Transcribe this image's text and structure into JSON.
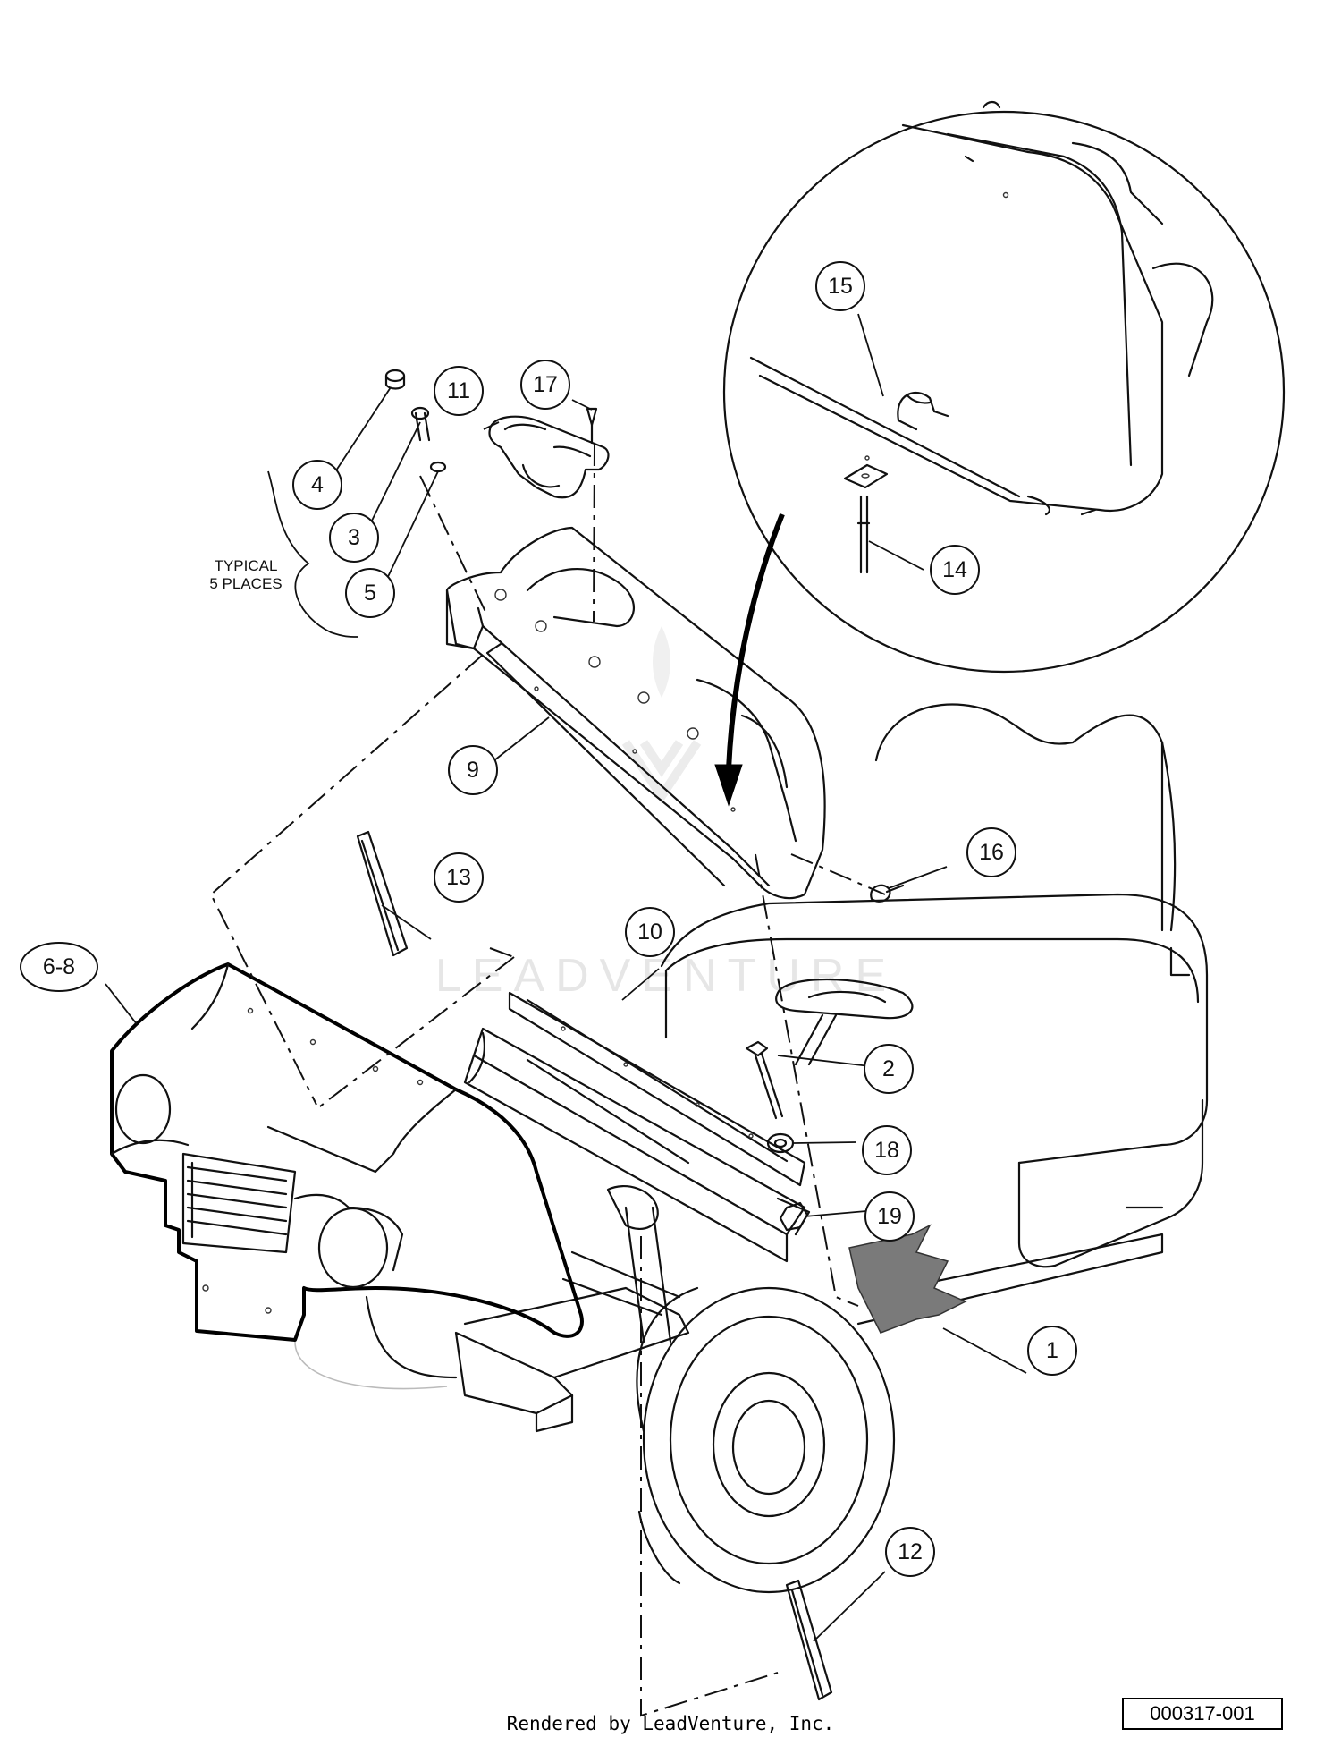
{
  "callouts": {
    "c1": "1",
    "c2": "2",
    "c3": "3",
    "c4": "4",
    "c5": "5",
    "c68": "6-8",
    "c9": "9",
    "c10": "10",
    "c11": "11",
    "c12": "12",
    "c13": "13",
    "c14": "14",
    "c15": "15",
    "c16": "16",
    "c17": "17",
    "c18": "18",
    "c19": "19"
  },
  "note": {
    "line1": "TYPICAL",
    "line2": "5 PLACES"
  },
  "watermark": "LEADVENTURE",
  "doc_number": "000317-001",
  "footer_credit": "Rendered by LeadVenture, Inc."
}
